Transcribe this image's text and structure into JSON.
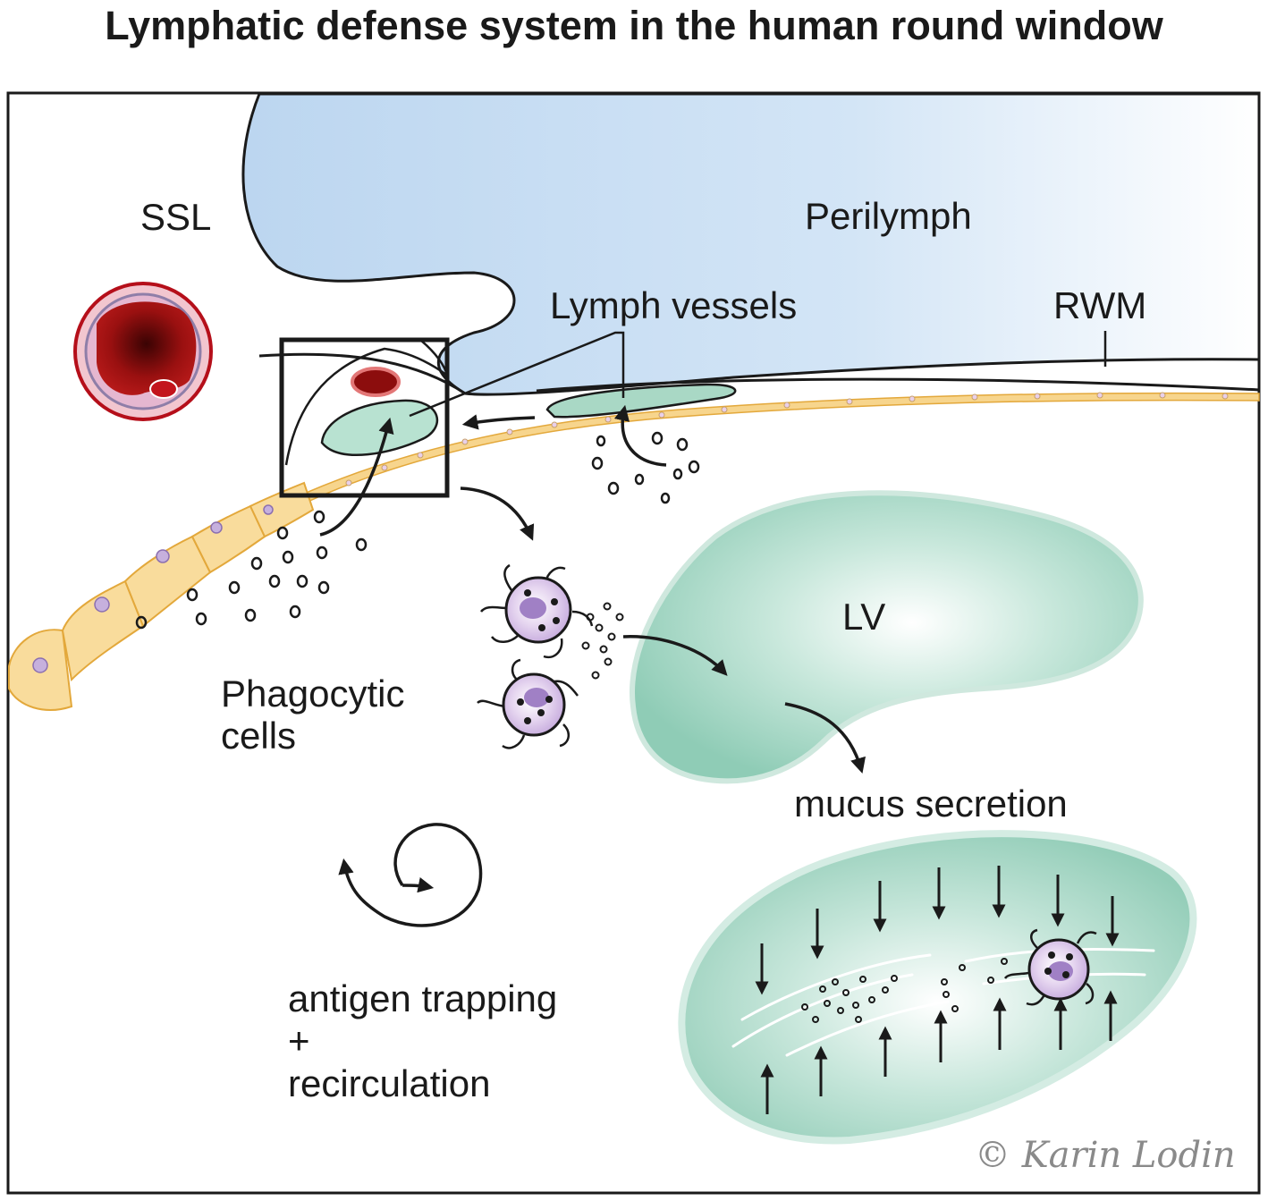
{
  "title": "Lymphatic defense system in the human round window",
  "labels": {
    "ssl": "SSL",
    "perilymph": "Perilymph",
    "lymph_vessels": "Lymph vessels",
    "rwm": "RWM",
    "lv": "LV",
    "phagocytic_line1": "Phagocytic",
    "phagocytic_line2": "cells",
    "mucus": "mucus secretion",
    "antigen_line1": "antigen trapping",
    "antigen_line2": "+",
    "antigen_line3": "recirculation"
  },
  "signature": "© Karin Lodin",
  "colors": {
    "perilymph": "#c4dcf2",
    "lymph_vessel": "#a9d8c5",
    "epithelium": "#f7d58d",
    "epithelium_outline": "#e3a83b",
    "nucleus": "#b49ad0",
    "blood": "#8c0d0d",
    "cell": "#d9c4e8"
  }
}
